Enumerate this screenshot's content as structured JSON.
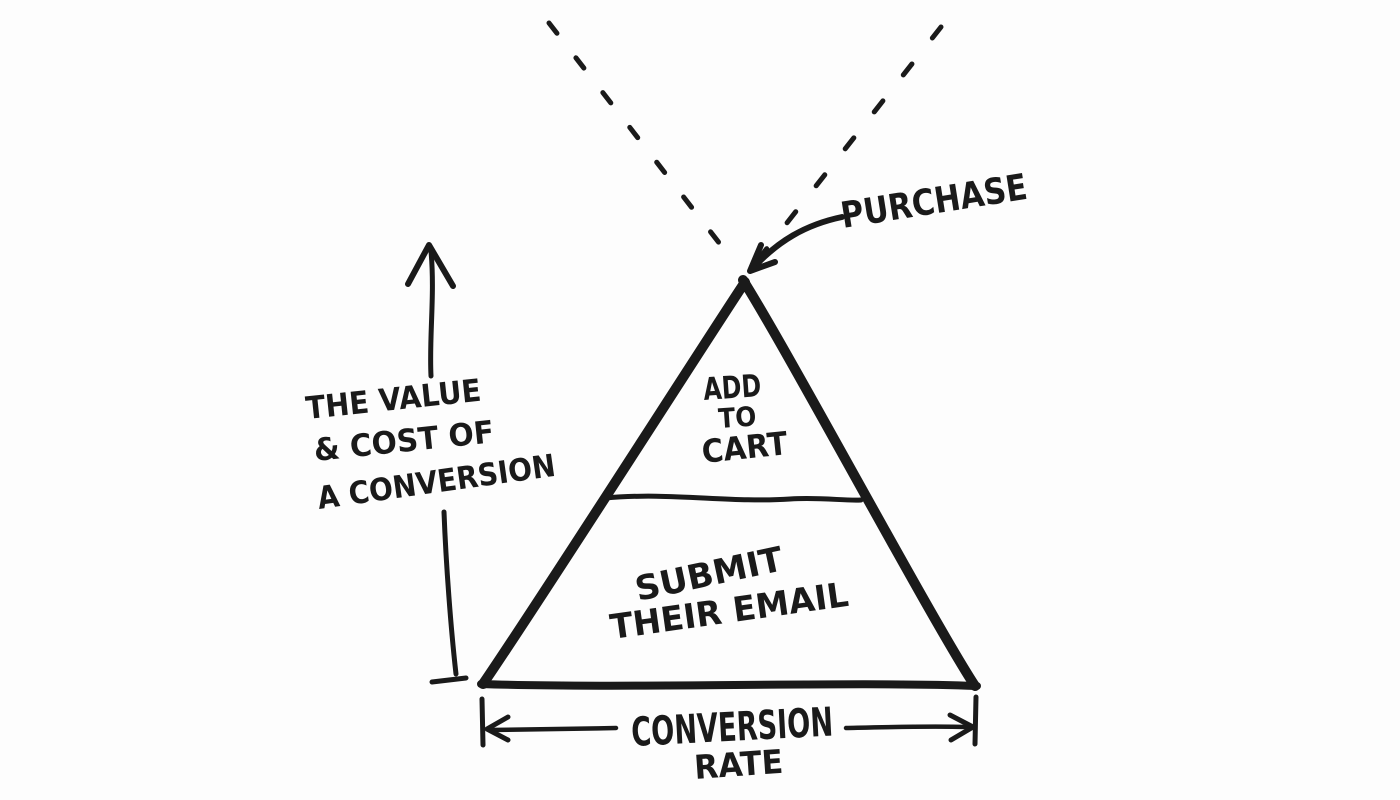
{
  "canvas": {
    "background_color": "#fdfdfd",
    "ink_color": "#1a1a1a"
  },
  "diagram": {
    "type": "funnel-pyramid-sketch",
    "purchase_label": "PURCHASE",
    "pyramid": {
      "top_section": {
        "line1": "ADD",
        "line2": "TO",
        "line3": "CART"
      },
      "bottom_section": {
        "line1": "SUBMIT",
        "line2": "THEIR EMAIL"
      }
    },
    "value_axis": {
      "line1": "THE VALUE",
      "line2": "& COST OF",
      "line3": "A CONVERSION"
    },
    "rate_axis": {
      "line1": "CONVERSION",
      "line2": "RATE"
    }
  }
}
